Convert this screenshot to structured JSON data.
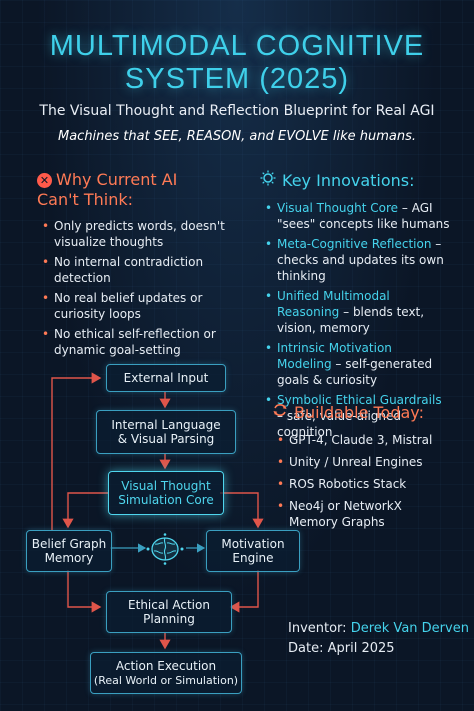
{
  "header": {
    "title_line1": "MULTIMODAL COGNITIVE",
    "title_line2": "SYSTEM (2025)",
    "subtitle": "The Visual Thought and Reflection Blueprint for Real AGI",
    "tagline": "Machines that SEE, REASON, and EVOLVE like humans."
  },
  "why": {
    "icon": "x-circle-icon",
    "heading_line1": "Why Current AI",
    "heading_line2": "Can't Think:",
    "items": [
      "Only predicts words, doesn't visualize thoughts",
      "No internal contradiction detection",
      "No real belief updates or curiosity loops",
      "No ethical self-reflection or dynamic goal-setting"
    ]
  },
  "innovations": {
    "icon": "lightbulb-icon",
    "heading": "Key Innovations:",
    "items": [
      {
        "name": "Visual Thought Core",
        "desc": "– AGI \"sees\" concepts like humans"
      },
      {
        "name": "Meta-Cognitive Reflection",
        "desc": "– checks and updates its own thinking"
      },
      {
        "name": "Unified Multimodal Reasoning",
        "desc": "– blends text, vision, memory"
      },
      {
        "name": "Intrinsic Motivation Modeling",
        "desc": "– self-generated goals & curiosity"
      },
      {
        "name": "Symbolic Ethical Guardrails",
        "desc": "– safe, value-aligned cognition"
      }
    ]
  },
  "buildable": {
    "icon": "cycle-icon",
    "heading": "Buildable Today:",
    "items": [
      "GPT-4, Claude 3, Mistral",
      "Unity / Unreal Engines",
      "ROS Robotics Stack",
      "Neo4j or NetworkX Memory Graphs"
    ]
  },
  "flow": {
    "external_input": "External Input",
    "internal_language_1": "Internal Language",
    "internal_language_2": "& Visual Parsing",
    "vtsc_1": "Visual Thought",
    "vtsc_2": "Simulation Core",
    "belief_1": "Belief Graph",
    "belief_2": "Memory",
    "motivation_1": "Motivation",
    "motivation_2": "Engine",
    "ethical_1": "Ethical Action",
    "ethical_2": "Planning",
    "action_1": "Action Execution",
    "action_2": "(Real World or Simulation)",
    "center_icon": "brain-circuit-icon"
  },
  "credits": {
    "inventor_label": "Inventor:",
    "inventor_name": "Derek Van Derven",
    "date_label": "Date:",
    "date_value": "April 2025"
  },
  "colors": {
    "accent_cyan": "#45d3ec",
    "accent_orange": "#ff7a55",
    "background": "#0b1626",
    "arrow_red": "#e0554a"
  }
}
